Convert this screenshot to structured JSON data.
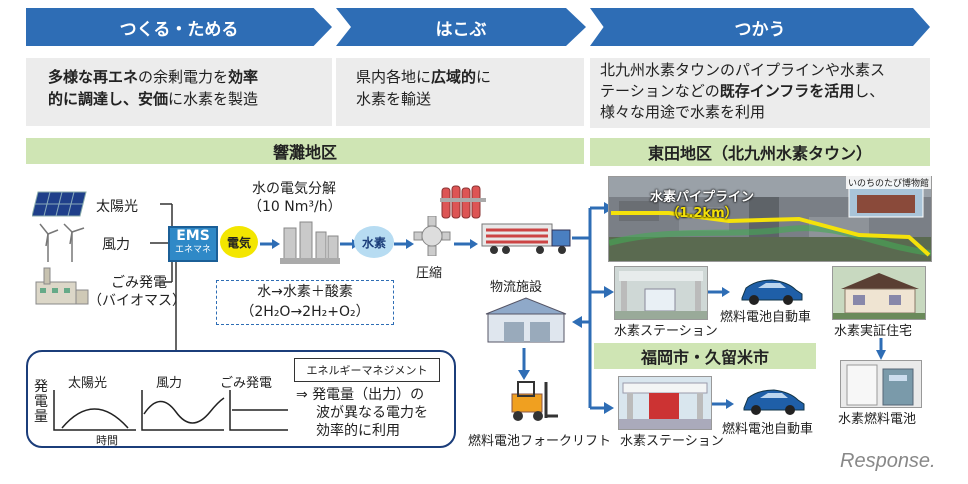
{
  "stages": {
    "make": "つくる・ためる",
    "carry": "はこぶ",
    "use": "つかう"
  },
  "desc": {
    "make_1a": "多様な",
    "make_1b": "再エネ",
    "make_1c": "の余剰電力を",
    "make_1d": "効率",
    "make_2a": "的に調達し、",
    "make_2b": "安価",
    "make_2c": "に水素を製造",
    "carry_1a": "県内各地に",
    "carry_1b": "広域的",
    "carry_1c": "に",
    "carry_2": "水素を輸送",
    "use_1": "北九州水素タウンのパイプラインや水素ス",
    "use_2a": "テーションなどの",
    "use_2b": "既存インフラを活用",
    "use_2c": "し、",
    "use_3": "様々な用途で水素を利用"
  },
  "areas": {
    "hibiki": "響灘地区",
    "higashida": "東田地区（北九州水素タウン）",
    "fukuoka": "福岡市・久留米市"
  },
  "sources": {
    "solar": "太陽光",
    "wind": "風力",
    "waste_1": "ごみ発電",
    "waste_2": "（バイオマス）"
  },
  "ems": {
    "top": "EMS",
    "bottom": "エネマネ"
  },
  "flow": {
    "electricity": "電気",
    "electrolysis_1": "水の電気分解",
    "electrolysis_2": "（10 Nm³/h）",
    "hydrogen": "水素",
    "compression": "圧縮",
    "logistics": "物流施設",
    "forklift": "燃料電池フォークリフト",
    "reaction_1": "水→水素＋酸素",
    "reaction_2": "（2H₂O→2H₂+O₂）"
  },
  "higashida": {
    "pipeline_1": "水素パイプライン",
    "pipeline_2": "（1.2km）",
    "museum": "いのちのたび博物館",
    "station": "水素ステーション",
    "fcv": "燃料電池自動車",
    "house": "水素実証住宅",
    "fuelcell": "水素燃料電池"
  },
  "fukuoka": {
    "station": "水素ステーション",
    "fcv": "燃料電池自動車"
  },
  "ems_panel": {
    "ylabel": "発電量",
    "solar": "太陽光",
    "wind": "風力",
    "waste": "ごみ発電",
    "xlabel": "時間",
    "title": "エネルギーマネジメント",
    "note_1": "⇒ 発電量（出力）の",
    "note_2": "波が異なる電力を",
    "note_3": "効率的に利用"
  },
  "watermark": "Response.",
  "colors": {
    "primary": "#2e6db5",
    "green": "#cfe5b4",
    "yellow": "#f3e600",
    "ball_blue": "#b7dcf2"
  }
}
